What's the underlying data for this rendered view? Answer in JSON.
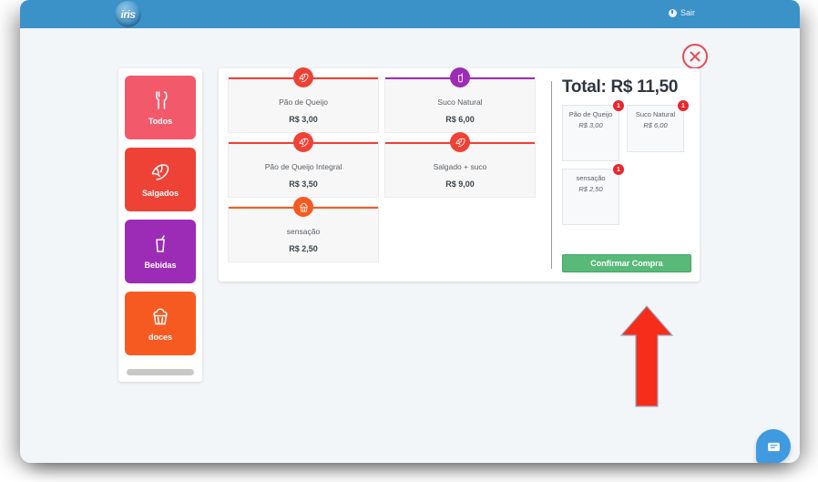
{
  "app": {
    "logo_text": "iris",
    "logout_label": "Sair",
    "header_color": "#3b92c8"
  },
  "close_button": {
    "name": "close",
    "color": "#e84a54"
  },
  "sidebar": {
    "categories": [
      {
        "label": "Todos",
        "icon": "fork-knife-icon",
        "color": "#f2596b"
      },
      {
        "label": "Salgados",
        "icon": "croissant-icon",
        "color": "#ef4237"
      },
      {
        "label": "Bebidas",
        "icon": "drink-cup-icon",
        "color": "#9c2cb5"
      },
      {
        "label": "doces",
        "icon": "cupcake-icon",
        "color": "#f75a21"
      }
    ],
    "scrollbar": "horizontal-scrollbar"
  },
  "products": [
    {
      "name": "Pão de Queijo",
      "price": "R$ 3,00",
      "icon": "croissant-icon",
      "color": "#ef4237"
    },
    {
      "name": "Suco Natural",
      "price": "R$ 6,00",
      "icon": "drink-cup-icon",
      "color": "#9c2cb5"
    },
    {
      "name": "Pão de Queijo Integral",
      "price": "R$ 3,50",
      "icon": "croissant-icon",
      "color": "#ef4237"
    },
    {
      "name": "Salgado + suco",
      "price": "R$ 9,00",
      "icon": "croissant-icon",
      "color": "#ef4237"
    },
    {
      "name": "sensação",
      "price": "R$ 2,50",
      "icon": "cupcake-icon",
      "color": "#f75a21"
    }
  ],
  "cart": {
    "total_label": "Total: R$ 11,50",
    "items": [
      {
        "name": "Pão de Queijo",
        "price": "R$ 3,00",
        "qty": "1",
        "size": "tall"
      },
      {
        "name": "Suco Natural",
        "price": "R$ 6,00",
        "qty": "1",
        "size": "short"
      },
      {
        "name": "sensação",
        "price": "R$ 2,50",
        "qty": "1",
        "size": "tall"
      }
    ],
    "confirm_label": "Confirmar Compra",
    "confirm_color": "#58b978"
  },
  "annotation": {
    "arrow": "red-up-arrow",
    "arrow_color": "#f52d1a"
  },
  "chat": {
    "icon": "chat-bubble-icon",
    "color": "#3f9ae0"
  }
}
